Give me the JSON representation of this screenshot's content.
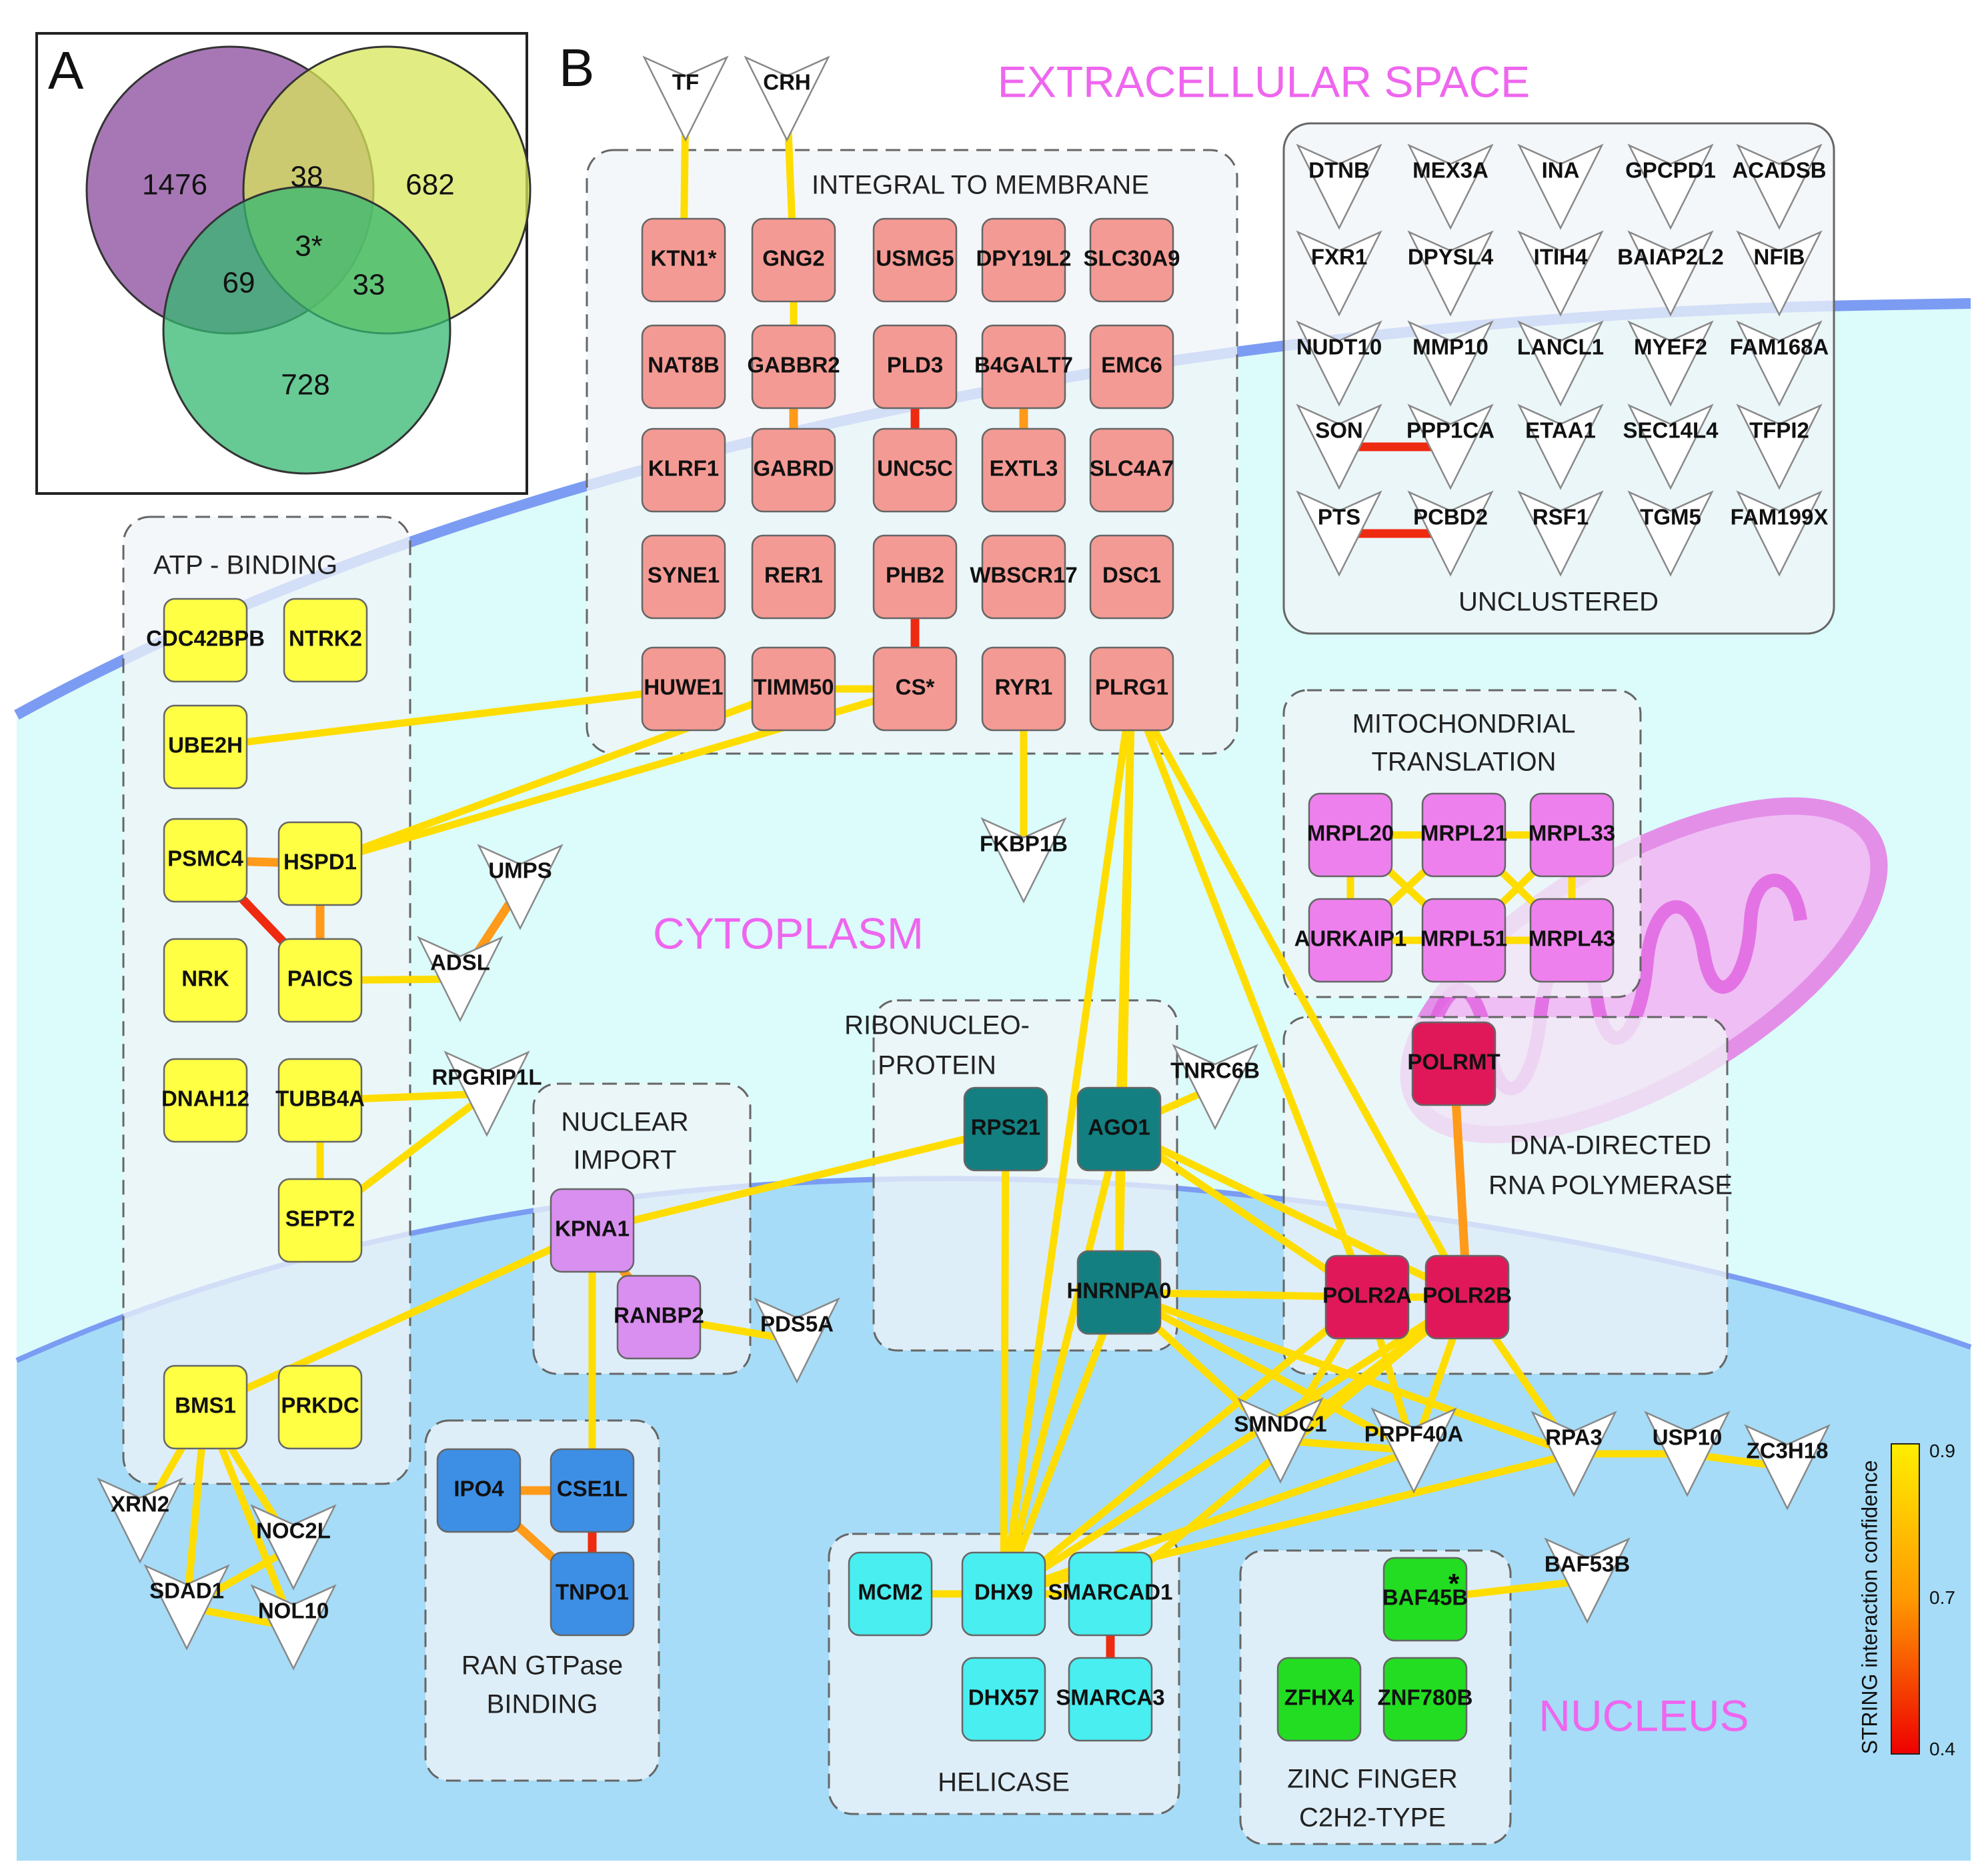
{
  "panels": {
    "a": "A",
    "b": "B"
  },
  "venn": {
    "regions": {
      "purple_only": "1476",
      "yellow_only": "682",
      "green_only": "728",
      "purple_yellow": "38",
      "purple_green": "69",
      "yellow_green": "33",
      "all_three": "3*"
    },
    "colors": {
      "purple": "#8a4a9c",
      "yellow": "#d7e65a",
      "green": "#34b770"
    }
  },
  "regions": {
    "extracellular": "EXTRACELLULAR SPACE",
    "cytoplasm": "CYTOPLASM",
    "nucleus": "NUCLEUS"
  },
  "clusters": {
    "integral": "INTEGRAL TO MEMBRANE",
    "unclustered": "UNCLUSTERED",
    "atp_binding": "ATP - BINDING",
    "mito_1": "MITOCHONDRIAL",
    "mito_2": "TRANSLATION",
    "ribo_1": "RIBONUCLEO-",
    "ribo_2": "PROTEIN",
    "nuclear_import_1": "NUCLEAR",
    "nuclear_import_2": "IMPORT",
    "dna_rna_1": "DNA-DIRECTED",
    "dna_rna_2": "RNA POLYMERASE",
    "ran_1": "RAN GTPase",
    "ran_2": "BINDING",
    "helicase": "HELICASE",
    "zinc_1": "ZINC FINGER",
    "zinc_2": "C2H2-TYPE"
  },
  "legend": {
    "title": "STRING interaction confidence",
    "max": "0.9",
    "mid": "0.7",
    "min": "0.4",
    "colors": {
      "high": "#ffee00",
      "mid": "#ff8c00",
      "low": "#ee0000"
    }
  },
  "node_colors": {
    "integral": "#f49a94",
    "atp": "#ffff44",
    "mito": "#ee80ee",
    "ribo": "#137f80",
    "nuclear_import": "#d98fef",
    "dna_rna": "#e0185a",
    "ran": "#3d8fe5",
    "helicase": "#48eef0",
    "zinc": "#22dd22",
    "unclustered": "#ffffff"
  },
  "nodes": {
    "TF": "TF",
    "CRH": "CRH",
    "KTN1": "KTN1*",
    "GNG2": "GNG2",
    "USMG5": "USMG5",
    "DPY19L2": "DPY19L2",
    "SLC30A9": "SLC30A9",
    "NAT8B": "NAT8B",
    "GABBR2": "GABBR2",
    "PLD3": "PLD3",
    "B4GALT7": "B4GALT7",
    "EMC6": "EMC6",
    "KLRF1": "KLRF1",
    "GABRD": "GABRD",
    "UNC5C": "UNC5C",
    "EXTL3": "EXTL3",
    "SLC4A7": "SLC4A7",
    "SYNE1": "SYNE1",
    "RER1": "RER1",
    "PHB2": "PHB2",
    "WBSCR17": "WBSCR17",
    "DSC1": "DSC1",
    "HUWE1": "HUWE1",
    "TIMM50": "TIMM50",
    "CS": "CS*",
    "RYR1": "RYR1",
    "PLRG1": "PLRG1",
    "DTNB": "DTNB",
    "MEX3A": "MEX3A",
    "INA": "INA",
    "GPCPD1": "GPCPD1",
    "ACADSB": "ACADSB",
    "FXR1": "FXR1",
    "DPYSL4": "DPYSL4",
    "ITIH4": "ITIH4",
    "BAIAP2L2": "BAIAP2L2",
    "NFIB": "NFIB",
    "NUDT10": "NUDT10",
    "MMP10": "MMP10",
    "LANCL1": "LANCL1",
    "MYEF2": "MYEF2",
    "FAM168A": "FAM168A",
    "SON": "SON",
    "PPP1CA": "PPP1CA",
    "ETAA1": "ETAA1",
    "SEC14L4": "SEC14L4",
    "TFPI2": "TFPI2",
    "PTS": "PTS",
    "PCBD2": "PCBD2",
    "RSF1": "RSF1",
    "TGM5": "TGM5",
    "FAM199X": "FAM199X",
    "CDC42BPB": "CDC42BPB",
    "NTRK2": "NTRK2",
    "UBE2H": "UBE2H",
    "PSMC4": "PSMC4",
    "HSPD1": "HSPD1",
    "NRK": "NRK",
    "PAICS": "PAICS",
    "DNAH12": "DNAH12",
    "TUBB4A": "TUBB4A",
    "SEPT2": "SEPT2",
    "BMS1": "BMS1",
    "PRKDC": "PRKDC",
    "UMPS": "UMPS",
    "ADSL": "ADSL",
    "RPGRIP1L": "RPGRIP1L",
    "FKBP1B": "FKBP1B",
    "XRN2": "XRN2",
    "NOC2L": "NOC2L",
    "SDAD1": "SDAD1",
    "NOL10": "NOL10",
    "MRPL20": "MRPL20",
    "MRPL21": "MRPL21",
    "MRPL33": "MRPL33",
    "AURKAIP1": "AURKAIP1",
    "MRPL51": "MRPL51",
    "MRPL43": "MRPL43",
    "RPS21": "RPS21",
    "AGO1": "AGO1",
    "HNRNPA0": "HNRNPA0",
    "TNRC6B": "TNRC6B",
    "KPNA1": "KPNA1",
    "RANBP2": "RANBP2",
    "PDS5A": "PDS5A",
    "POLRMT": "POLRMT",
    "POLR2A": "POLR2A",
    "POLR2B": "POLR2B",
    "IPO4": "IPO4",
    "CSE1L": "CSE1L",
    "TNPO1": "TNPO1",
    "MCM2": "MCM2",
    "DHX9": "DHX9",
    "SMARCAD1": "SMARCAD1",
    "DHX57": "DHX57",
    "SMARCA3": "SMARCA3",
    "BAF45B": "BAF45B",
    "ZFHX4": "ZFHX4",
    "ZNF780B": "ZNF780B",
    "SMNDC1": "SMNDC1",
    "PRPF40A": "PRPF40A",
    "RPA3": "RPA3",
    "USP10": "USP10",
    "ZC3H18": "ZC3H18",
    "BAF53B": "BAF53B"
  },
  "marks": {
    "baf45b_star": "*"
  }
}
